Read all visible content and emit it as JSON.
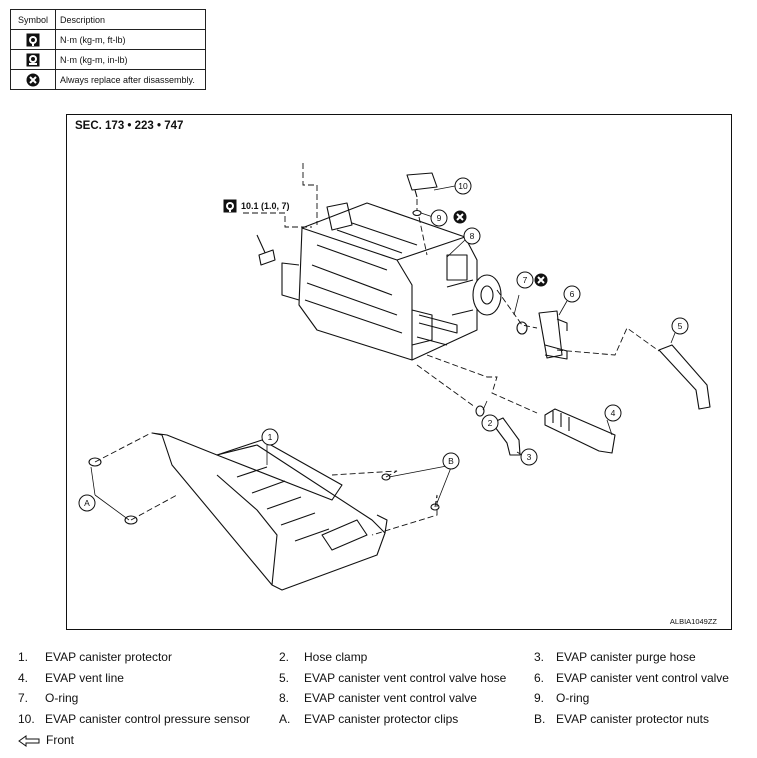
{
  "legend": {
    "headers": [
      "Symbol",
      "Description"
    ],
    "rows": [
      {
        "icon": "torque-ft-lb-icon",
        "text": "N·m (kg-m, ft-lb)"
      },
      {
        "icon": "torque-in-lb-icon",
        "text": "N·m (kg-m, in-lb)"
      },
      {
        "icon": "always-replace-icon",
        "text": "Always replace after disassembly."
      }
    ]
  },
  "diagram": {
    "section": "SEC. 173 • 223 • 747",
    "torque": "10.1 (1.0, 7)",
    "figure_code": "ALBIA1049ZZ",
    "callouts": [
      "1",
      "2",
      "3",
      "4",
      "5",
      "6",
      "7",
      "8",
      "9",
      "10",
      "A",
      "B"
    ]
  },
  "parts": [
    {
      "num": "1.",
      "name": "EVAP canister protector"
    },
    {
      "num": "2.",
      "name": "Hose clamp"
    },
    {
      "num": "3.",
      "name": "EVAP canister purge hose"
    },
    {
      "num": "4.",
      "name": "EVAP vent line"
    },
    {
      "num": "5.",
      "name": "EVAP canister vent  control valve hose"
    },
    {
      "num": "6.",
      "name": "EVAP canister vent  control valve"
    },
    {
      "num": "7.",
      "name": "O-ring"
    },
    {
      "num": "8.",
      "name": "EVAP canister vent  control valve"
    },
    {
      "num": "9.",
      "name": "O-ring"
    },
    {
      "num": "10.",
      "name": "EVAP canister control pressure sensor"
    },
    {
      "num": "A.",
      "name": "EVAP canister protector clips"
    },
    {
      "num": "B.",
      "name": "EVAP canister protector nuts"
    }
  ],
  "front_label": "Front"
}
